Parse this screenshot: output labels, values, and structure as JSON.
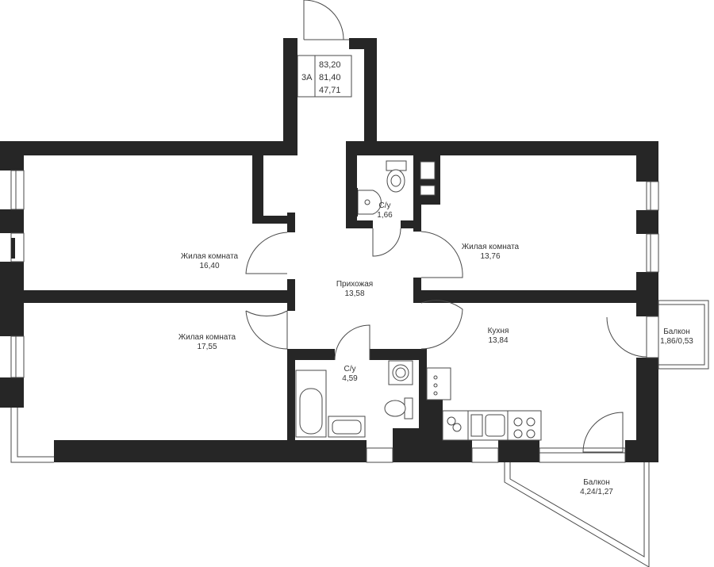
{
  "apartment": {
    "type": "3А",
    "total_area": "83,20",
    "living_area_incl": "81,40",
    "living_area": "47,71"
  },
  "rooms": {
    "living_left_top": {
      "name": "Жилая комната",
      "area": "16,40"
    },
    "living_left_bottom": {
      "name": "Жилая комната",
      "area": "17,55"
    },
    "living_right": {
      "name": "Жилая комната",
      "area": "13,76"
    },
    "hall": {
      "name": "Прихожая",
      "area": "13,58"
    },
    "wc_small": {
      "name": "С/у",
      "area": "1,66"
    },
    "bathroom": {
      "name": "С/у",
      "area": "4,59"
    },
    "kitchen": {
      "name": "Кухня",
      "area": "13,84"
    },
    "balcony_right": {
      "name": "Балкон",
      "area": "1,86/0,53"
    },
    "balcony_bottom": {
      "name": "Балкон",
      "area": "4,24/1,27"
    }
  },
  "colors": {
    "wall": "#262626",
    "line": "#4a4a4a",
    "text": "#333333"
  }
}
